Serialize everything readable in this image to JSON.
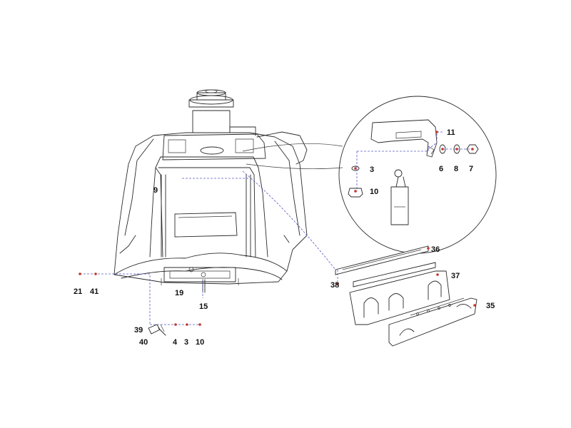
{
  "callouts": {
    "c11": "11",
    "c3a": "3",
    "c6": "6",
    "c8": "8",
    "c7": "7",
    "c10a": "10",
    "c9": "9",
    "c36": "36",
    "c37": "37",
    "c38": "38",
    "c35": "35",
    "c21": "21",
    "c41": "41",
    "c19": "19",
    "c15": "15",
    "c39": "39",
    "c40": "40",
    "c4": "4",
    "c3b": "3",
    "c10b": "10"
  },
  "colors": {
    "line": "#2a2a2a",
    "leader": "#5a5ac8",
    "marker": "#c0392b"
  }
}
